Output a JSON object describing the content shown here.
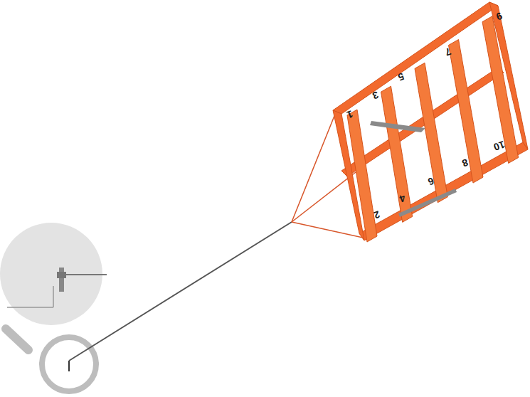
{
  "diagram": {
    "labels": [
      "1",
      "3",
      "5",
      "7",
      "9",
      "2",
      "4",
      "6",
      "8",
      "10"
    ]
  }
}
